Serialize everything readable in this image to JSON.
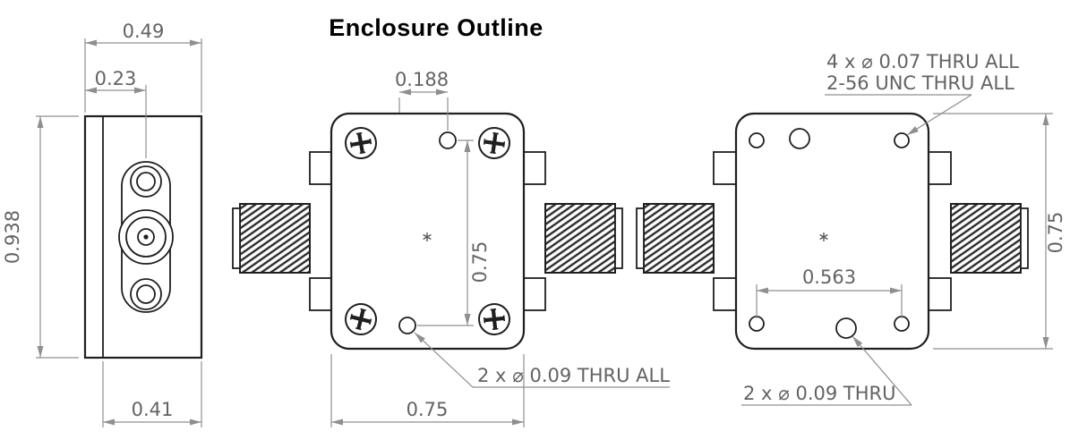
{
  "title": "Enclosure Outline",
  "colors": {
    "outline": "#1f1f1f",
    "dimension_lines": "#8f8f8f",
    "dimension_text": "#636363",
    "background": "#ffffff"
  },
  "views": {
    "end_view": {
      "dims": {
        "overall_width": "0.49",
        "connector_offset": "0.23",
        "overall_height": "0.938",
        "body_width": "0.41"
      }
    },
    "top_view": {
      "dims": {
        "hole_offset": "0.188",
        "hole_vertical_spacing": "0.75",
        "body_width": "0.75"
      },
      "notes": {
        "thru_holes": "2 x ⌀ 0.09 THRU ALL"
      }
    },
    "bottom_view": {
      "dims": {
        "hole_horizontal_spacing": "0.563",
        "body_height": "0.75"
      },
      "notes": {
        "tapped_holes_line1": "4 x ⌀ 0.07 THRU ALL",
        "tapped_holes_line2": "2-56 UNC  THRU ALL",
        "thru_holes": "2 x ⌀ 0.09 THRU"
      }
    }
  }
}
